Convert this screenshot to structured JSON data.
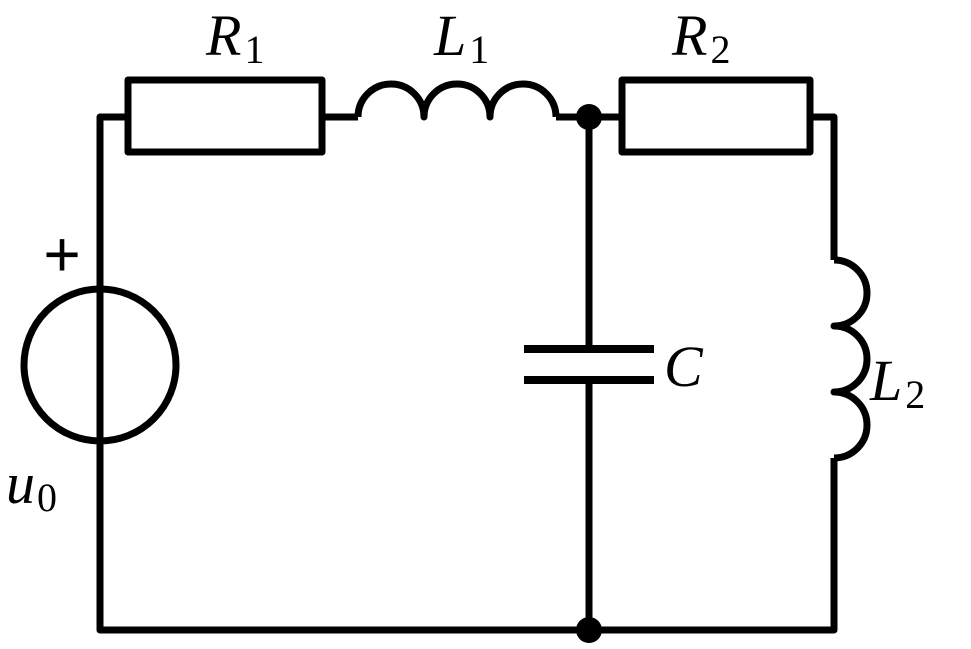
{
  "labels": {
    "r1": {
      "main": "R",
      "sub": "1"
    },
    "l1": {
      "main": "L",
      "sub": "1"
    },
    "r2": {
      "main": "R",
      "sub": "2"
    },
    "c": {
      "main": "C"
    },
    "l2": {
      "main": "L",
      "sub": "2"
    },
    "u0": {
      "main": "u",
      "sub": "0"
    },
    "polarity": "+"
  }
}
